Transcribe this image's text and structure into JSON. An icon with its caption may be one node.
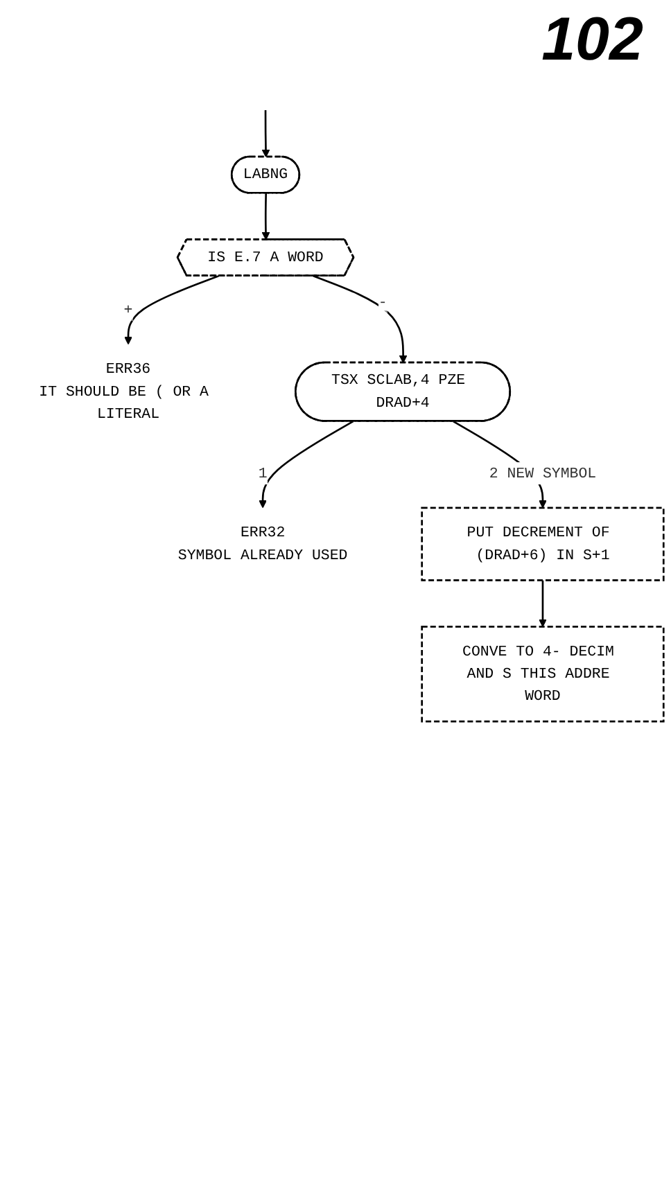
{
  "diagram": {
    "nodes": [
      {
        "text": [
          "LABNG"
        ]
      },
      {
        "text": [
          "IS E.7 A WORD"
        ]
      },
      {
        "text": [
          "ERR36",
          "IT SHOULD BE ( OR A LITERAL"
        ]
      },
      {
        "text": [
          "TSX SCLAB,4 PZE DRAD+4"
        ]
      },
      {
        "text": [
          "ERR32",
          "SYMBOL ALREADY USED"
        ]
      },
      {
        "text": [
          "PUT DECREMENT OF (DRAD+6) IN S+1"
        ]
      },
      {
        "text": [
          "CONVE TO 4- DECIM AND S THIS ADDRE WORD"
        ]
      }
    ],
    "edges": [
      {
        "from": null,
        "to": 0,
        "arrow": "to"
      },
      {
        "from": 0,
        "to": 1,
        "arrow": "to"
      },
      {
        "from": 1,
        "to": 2,
        "arrow": "to",
        "label": "+"
      },
      {
        "from": 1,
        "to": 3,
        "arrow": "to",
        "label": "-"
      },
      {
        "from": 3,
        "to": 4,
        "arrow": "to",
        "label": "1"
      },
      {
        "from": 3,
        "to": 5,
        "arrow": "to",
        "label": "2 NEW SYMBOL"
      },
      {
        "from": 5,
        "to": 6,
        "arrow": "to"
      }
    ],
    "labels": [
      "102"
    ]
  }
}
